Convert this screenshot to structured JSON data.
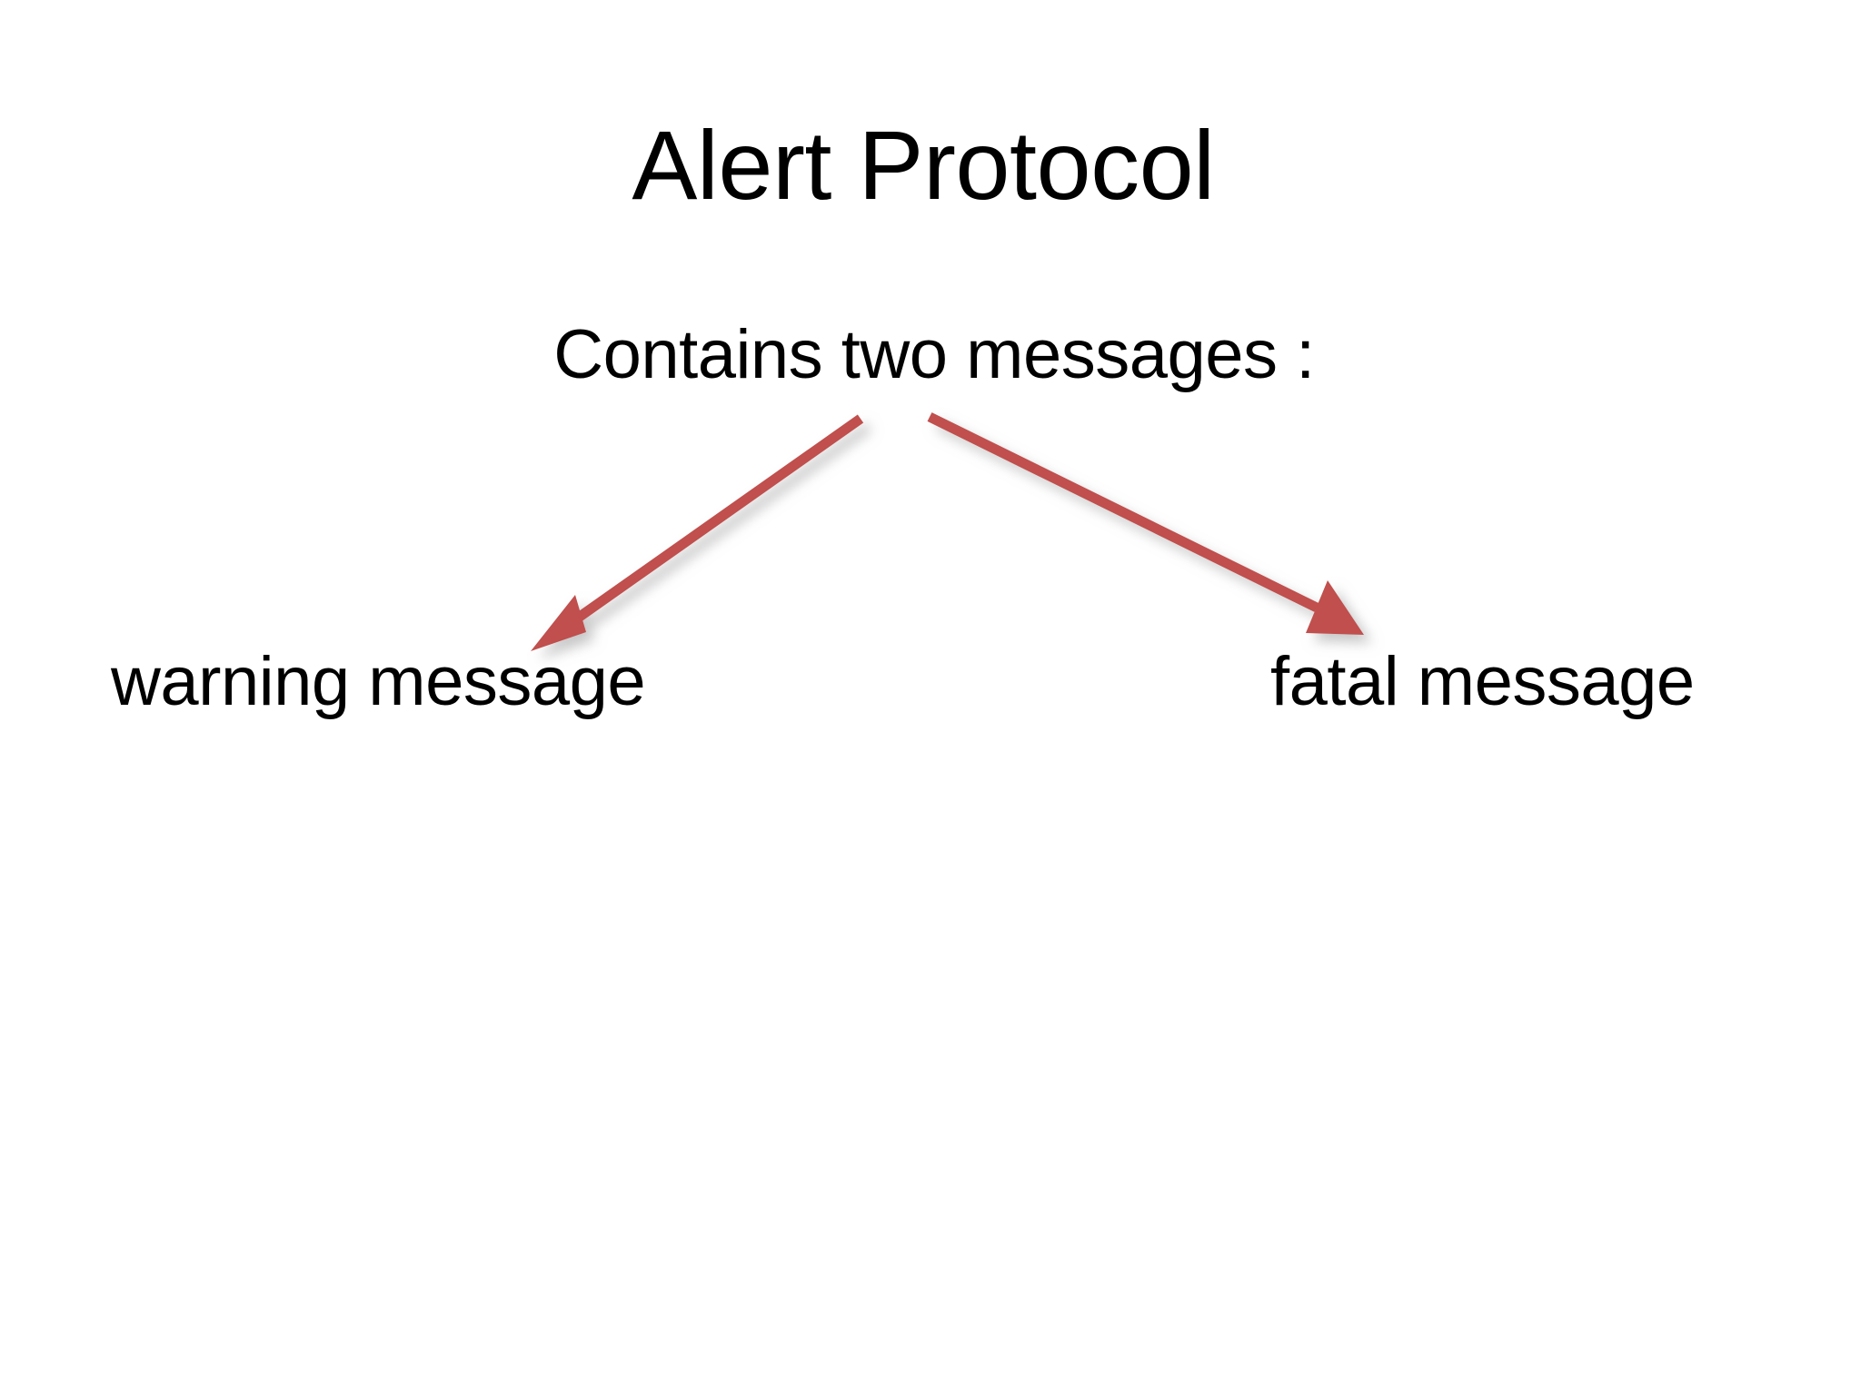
{
  "slide": {
    "title": "Alert Protocol",
    "subtitle": "Contains two messages :",
    "background_color": "#FFFFFF",
    "text_color": "#000000",
    "accent_color": "#C0504D"
  },
  "branches": [
    {
      "id": "warning",
      "label": "warning message",
      "arrow_name": "arrow-to-warning-message"
    },
    {
      "id": "fatal",
      "label": "fatal message",
      "arrow_name": "arrow-to-fatal-message"
    }
  ]
}
